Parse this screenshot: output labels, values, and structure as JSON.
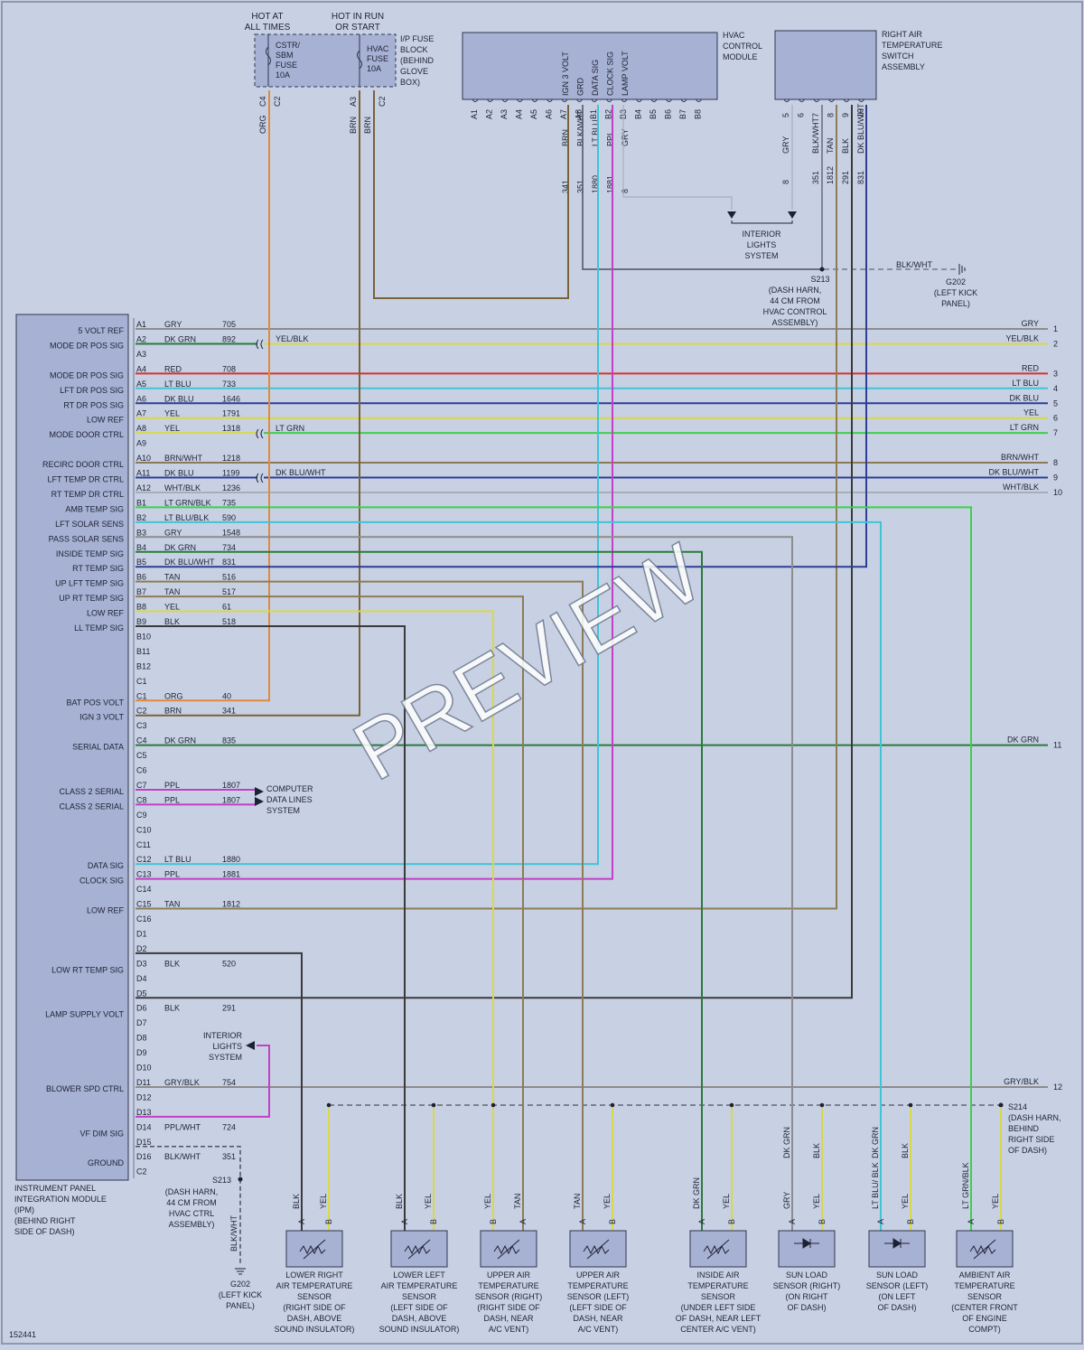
{
  "fuse_block": {
    "hot_at_all_times": [
      "HOT AT",
      "ALL TIMES"
    ],
    "hot_in_run": [
      "HOT IN RUN",
      "OR START"
    ],
    "fuse1": [
      "CSTR/",
      "SBM",
      "FUSE",
      "10A"
    ],
    "fuse2": [
      "HVAC",
      "FUSE",
      "10A"
    ],
    "label": [
      "I/P FUSE",
      "BLOCK",
      "(BEHIND",
      "GLOVE",
      "BOX)"
    ],
    "pins": [
      "C4",
      "C2",
      "A3",
      "C2"
    ],
    "wires": [
      "ORG",
      "BRN",
      "BRN"
    ]
  },
  "hvac_module": {
    "label": [
      "HVAC",
      "CONTROL",
      "MODULE"
    ],
    "pins": [
      "A1",
      "A2",
      "A3",
      "A4",
      "A5",
      "A6",
      "A7",
      "A8",
      "B1",
      "B2",
      "B3",
      "B4",
      "B5",
      "B6",
      "B7",
      "B8"
    ],
    "pin_names": [
      "IGN 3 VOLT",
      "GRD",
      "DATA SIG",
      "CLOCK SIG",
      "LAMP VOLT"
    ],
    "wire_colors": [
      "BRN",
      "BLK/WHT",
      "LT BLU",
      "PPL",
      "GRY"
    ],
    "circuits": [
      "341",
      "351",
      "1880",
      "1881",
      "8"
    ]
  },
  "right_switch": {
    "label": [
      "RIGHT AIR",
      "TEMPERATURE",
      "SWITCH",
      "ASSEMBLY"
    ],
    "pins": [
      "5",
      "6",
      "7",
      "8",
      "9",
      "10"
    ],
    "wire_colors": [
      "GRY",
      "BLK/WHT",
      "TAN",
      "BLK",
      "DK BLU/WHT"
    ],
    "circuits": [
      "8",
      "351",
      "1812",
      "291",
      "831"
    ]
  },
  "interior_lights_top": [
    "INTERIOR",
    "LIGHTS",
    "SYSTEM"
  ],
  "s213_top": [
    "S213",
    "(DASH HARN,",
    "44 CM FROM",
    "HVAC CONTROL",
    "ASSEMBLY)"
  ],
  "g202_top": {
    "wire": "BLK/WHT",
    "label": [
      "G202",
      "(LEFT KICK",
      "PANEL)"
    ]
  },
  "ipm": {
    "label": [
      "INSTRUMENT PANEL",
      "INTEGRATION MODULE",
      "(IPM)",
      "(BEHIND RIGHT",
      "SIDE OF DASH)"
    ],
    "rows": [
      {
        "pin": "A1",
        "name": "5 VOLT REF",
        "color": "GRY",
        "circuit": "705"
      },
      {
        "pin": "A2",
        "name": "MODE DR POS SIG",
        "color": "DK GRN",
        "circuit": "892"
      },
      {
        "pin": "A3",
        "name": "",
        "color": "",
        "circuit": ""
      },
      {
        "pin": "A4",
        "name": "MODE DR POS SIG",
        "color": "RED",
        "circuit": "708"
      },
      {
        "pin": "A5",
        "name": "LFT DR POS SIG",
        "color": "LT BLU",
        "circuit": "733"
      },
      {
        "pin": "A6",
        "name": "RT DR POS SIG",
        "color": "DK BLU",
        "circuit": "1646"
      },
      {
        "pin": "A7",
        "name": "LOW REF",
        "color": "YEL",
        "circuit": "1791"
      },
      {
        "pin": "A8",
        "name": "MODE DOOR CTRL",
        "color": "YEL",
        "circuit": "1318"
      },
      {
        "pin": "A9",
        "name": "",
        "color": "",
        "circuit": ""
      },
      {
        "pin": "A10",
        "name": "RECIRC DOOR CTRL",
        "color": "BRN/WHT",
        "circuit": "1218"
      },
      {
        "pin": "A11",
        "name": "LFT TEMP DR CTRL",
        "color": "DK BLU",
        "circuit": "1199"
      },
      {
        "pin": "A12",
        "name": "RT TEMP DR CTRL",
        "color": "WHT/BLK",
        "circuit": "1236"
      },
      {
        "pin": "B1",
        "name": "AMB TEMP SIG",
        "color": "LT GRN/BLK",
        "circuit": "735"
      },
      {
        "pin": "B2",
        "name": "LFT SOLAR SENS",
        "color": "LT BLU/BLK",
        "circuit": "590"
      },
      {
        "pin": "B3",
        "name": "PASS SOLAR SENS",
        "color": "GRY",
        "circuit": "1548"
      },
      {
        "pin": "B4",
        "name": "INSIDE TEMP SIG",
        "color": "DK GRN",
        "circuit": "734"
      },
      {
        "pin": "B5",
        "name": "RT TEMP SIG",
        "color": "DK BLU/WHT",
        "circuit": "831"
      },
      {
        "pin": "B6",
        "name": "UP LFT TEMP SIG",
        "color": "TAN",
        "circuit": "516"
      },
      {
        "pin": "B7",
        "name": "UP RT TEMP SIG",
        "color": "TAN",
        "circuit": "517"
      },
      {
        "pin": "B8",
        "name": "LOW REF",
        "color": "YEL",
        "circuit": "61"
      },
      {
        "pin": "B9",
        "name": "LL TEMP SIG",
        "color": "BLK",
        "circuit": "518"
      },
      {
        "pin": "B10",
        "name": "",
        "color": "",
        "circuit": ""
      },
      {
        "pin": "B11",
        "name": "",
        "color": "",
        "circuit": ""
      },
      {
        "pin": "B12",
        "name": "",
        "color": "",
        "circuit": ""
      },
      {
        "pin": "C1",
        "name": "",
        "color": "",
        "circuit": ""
      },
      {
        "pin": "C1",
        "name": "BAT POS VOLT",
        "color": "ORG",
        "circuit": "40"
      },
      {
        "pin": "C2",
        "name": "IGN 3 VOLT",
        "color": "BRN",
        "circuit": "341"
      },
      {
        "pin": "C3",
        "name": "",
        "color": "",
        "circuit": ""
      },
      {
        "pin": "C4",
        "name": "SERIAL DATA",
        "color": "DK GRN",
        "circuit": "835"
      },
      {
        "pin": "C5",
        "name": "",
        "color": "",
        "circuit": ""
      },
      {
        "pin": "C6",
        "name": "",
        "color": "",
        "circuit": ""
      },
      {
        "pin": "C7",
        "name": "CLASS 2 SERIAL",
        "color": "PPL",
        "circuit": "1807"
      },
      {
        "pin": "C8",
        "name": "CLASS 2 SERIAL",
        "color": "PPL",
        "circuit": "1807"
      },
      {
        "pin": "C9",
        "name": "",
        "color": "",
        "circuit": ""
      },
      {
        "pin": "C10",
        "name": "",
        "color": "",
        "circuit": ""
      },
      {
        "pin": "C11",
        "name": "",
        "color": "",
        "circuit": ""
      },
      {
        "pin": "C12",
        "name": "DATA SIG",
        "color": "LT BLU",
        "circuit": "1880"
      },
      {
        "pin": "C13",
        "name": "CLOCK SIG",
        "color": "PPL",
        "circuit": "1881"
      },
      {
        "pin": "C14",
        "name": "",
        "color": "",
        "circuit": ""
      },
      {
        "pin": "C15",
        "name": "LOW REF",
        "color": "TAN",
        "circuit": "1812"
      },
      {
        "pin": "C16",
        "name": "",
        "color": "",
        "circuit": ""
      },
      {
        "pin": "D1",
        "name": "",
        "color": "",
        "circuit": ""
      },
      {
        "pin": "D2",
        "name": "",
        "color": "",
        "circuit": ""
      },
      {
        "pin": "D3",
        "name": "LOW RT TEMP SIG",
        "color": "BLK",
        "circuit": "520"
      },
      {
        "pin": "D4",
        "name": "",
        "color": "",
        "circuit": ""
      },
      {
        "pin": "D5",
        "name": "",
        "color": "",
        "circuit": ""
      },
      {
        "pin": "D6",
        "name": "LAMP SUPPLY VOLT",
        "color": "BLK",
        "circuit": "291"
      },
      {
        "pin": "D7",
        "name": "",
        "color": "",
        "circuit": ""
      },
      {
        "pin": "D8",
        "name": "",
        "color": "",
        "circuit": ""
      },
      {
        "pin": "D9",
        "name": "",
        "color": "",
        "circuit": ""
      },
      {
        "pin": "D10",
        "name": "",
        "color": "",
        "circuit": ""
      },
      {
        "pin": "D11",
        "name": "BLOWER SPD CTRL",
        "color": "GRY/BLK",
        "circuit": "754"
      },
      {
        "pin": "D12",
        "name": "",
        "color": "",
        "circuit": ""
      },
      {
        "pin": "D13",
        "name": "",
        "color": "",
        "circuit": ""
      },
      {
        "pin": "D14",
        "name": "VF DIM SIG",
        "color": "PPL/WHT",
        "circuit": "724"
      },
      {
        "pin": "D15",
        "name": "",
        "color": "",
        "circuit": ""
      },
      {
        "pin": "D16",
        "name": "GROUND",
        "color": "BLK/WHT",
        "circuit": "351"
      },
      {
        "pin": "C2",
        "name": "",
        "color": "",
        "circuit": ""
      }
    ]
  },
  "mid_labels": {
    "a2": "YEL/BLK",
    "a8": "LT GRN",
    "a11": "DK BLU/WHT"
  },
  "right_outputs": [
    {
      "label": "GRY",
      "num": "1"
    },
    {
      "label": "YEL/BLK",
      "num": "2"
    },
    {
      "label": "RED",
      "num": "3"
    },
    {
      "label": "LT BLU",
      "num": "4"
    },
    {
      "label": "DK BLU",
      "num": "5"
    },
    {
      "label": "YEL",
      "num": "6"
    },
    {
      "label": "LT GRN",
      "num": "7"
    },
    {
      "label": "BRN/WHT",
      "num": "8"
    },
    {
      "label": "DK BLU/WHT",
      "num": "9"
    },
    {
      "label": "WHT/BLK",
      "num": "10"
    },
    {
      "label": "DK GRN",
      "num": "11"
    },
    {
      "label": "GRY/BLK",
      "num": "12"
    }
  ],
  "computer_data_lines": [
    "COMPUTER",
    "DATA LINES",
    "SYSTEM"
  ],
  "interior_lights_mid": [
    "INTERIOR",
    "LIGHTS",
    "SYSTEM"
  ],
  "s214": [
    "S214",
    "(DASH HARN,",
    "BEHIND",
    "RIGHT SIDE",
    "OF DASH)"
  ],
  "s213_bottom": [
    "S213",
    "(DASH HARN,",
    "44 CM FROM",
    "HVAC CTRL",
    "ASSEMBLY)"
  ],
  "g202_bottom": {
    "wire": "BLK/WHT",
    "label": [
      "G202",
      "(LEFT KICK",
      "PANEL)"
    ]
  },
  "sensors": [
    {
      "a": "BLK",
      "b": "YEL",
      "label": [
        "LOWER RIGHT",
        "AIR TEMPERATURE",
        "SENSOR",
        "(RIGHT SIDE OF",
        "DASH, ABOVE",
        "SOUND INSULATOR)"
      ]
    },
    {
      "a": "BLK",
      "b": "YEL",
      "label": [
        "LOWER LEFT",
        "AIR TEMPERATURE",
        "SENSOR",
        "(LEFT SIDE OF",
        "DASH, ABOVE",
        "SOUND INSULATOR)"
      ]
    },
    {
      "a": "TAN",
      "b": "YEL",
      "label": [
        "UPPER AIR",
        "TEMPERATURE",
        "SENSOR (RIGHT)",
        "(RIGHT SIDE OF",
        "DASH, NEAR",
        "A/C VENT)"
      ]
    },
    {
      "a": "TAN",
      "b": "YEL",
      "label": [
        "UPPER AIR",
        "TEMPERATURE",
        "SENSOR (LEFT)",
        "(LEFT SIDE OF",
        "DASH, NEAR",
        "A/C VENT)"
      ]
    },
    {
      "a": "DK GRN",
      "b": "YEL",
      "label": [
        "INSIDE AIR",
        "TEMPERATURE",
        "SENSOR",
        "(UNDER LEFT SIDE",
        "OF DASH, NEAR LEFT",
        "CENTER A/C VENT)"
      ]
    },
    {
      "a": "GRY",
      "b": "YEL",
      "a2": "DK GRN",
      "b2": "BLK",
      "label": [
        "SUN LOAD",
        "SENSOR (RIGHT)",
        "(ON RIGHT",
        "OF DASH)"
      ]
    },
    {
      "a": "LT BLU/ BLK",
      "b": "YEL",
      "a2": "DK GRN",
      "b2": "BLK",
      "label": [
        "SUN LOAD",
        "SENSOR (LEFT)",
        "(ON LEFT",
        "OF DASH)"
      ]
    },
    {
      "a": "LT GRN/BLK",
      "b": "YEL",
      "label": [
        "AMBIENT AIR",
        "TEMPERATURE",
        "SENSOR",
        "(CENTER FRONT",
        "OF ENGINE",
        "COMPT)"
      ]
    }
  ],
  "watermark": "PREVIEW",
  "diagram_id": "152441",
  "colors": {
    "GRY": "#8c8c8c",
    "DKGRN": "#2a7a3a",
    "RED": "#d8322b",
    "LTBLU": "#3fc4d6",
    "DKBLU": "#2c3d93",
    "YEL": "#d8d84a",
    "LTGRN": "#3fcf4a",
    "BRNWHT": "#8a7a58",
    "WHTBLK": "#a8adb8",
    "ORG": "#e08a3a",
    "BRN": "#7a6238",
    "PPL": "#c43ec8",
    "TAN": "#8d7c55",
    "BLK": "#3a3a3a",
    "BLKWHT": "#4d5060"
  }
}
